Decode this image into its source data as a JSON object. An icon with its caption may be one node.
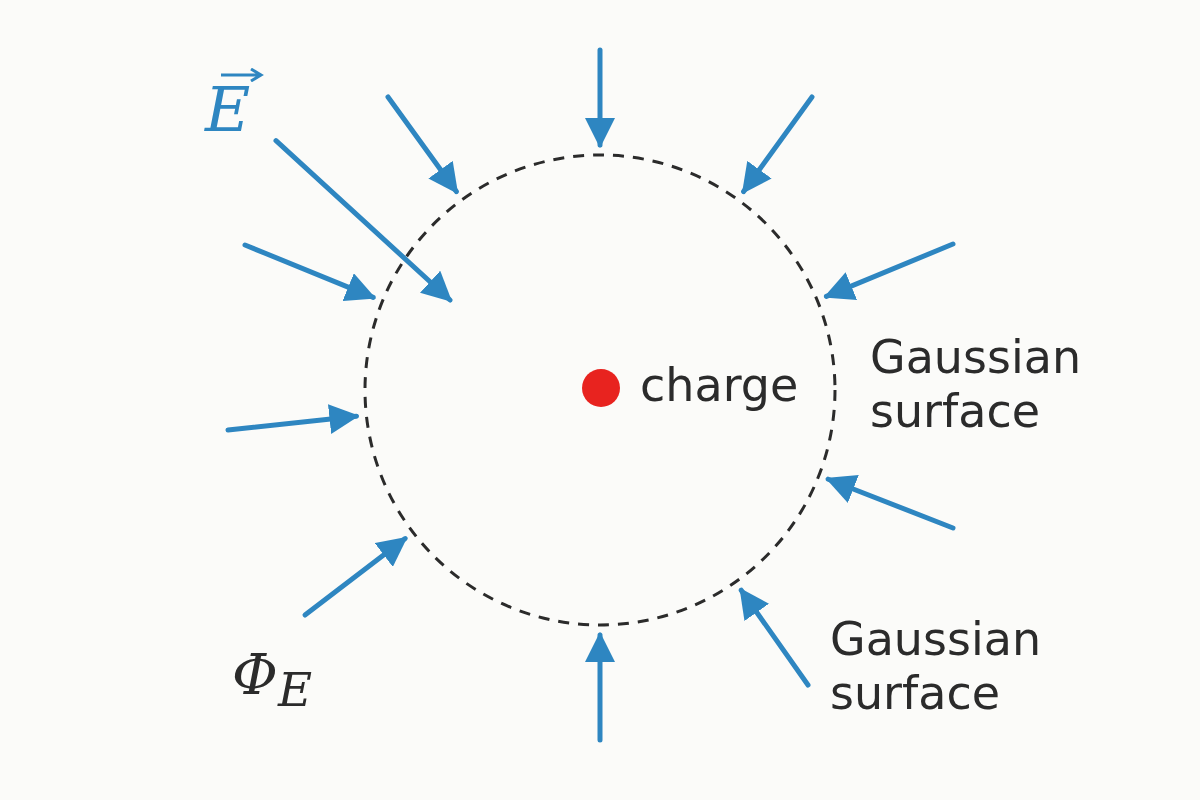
{
  "diagram": {
    "nodes": [
      {
        "text": [],
        "shape": "circle"
      },
      {
        "text": [],
        "shape": "circle",
        "in": 0,
        "beside": [
          "charge"
        ]
      },
      {
        "text": [
          "E"
        ]
      }
    ],
    "edges": [
      {
        "from": null,
        "to": 0,
        "arrow": "to"
      },
      {
        "from": null,
        "to": 0,
        "arrow": "to"
      },
      {
        "from": null,
        "to": 0,
        "arrow": "to"
      },
      {
        "from": null,
        "to": 0,
        "arrow": "to"
      },
      {
        "from": null,
        "to": 0,
        "arrow": "to"
      },
      {
        "from": null,
        "to": 0,
        "arrow": "to"
      },
      {
        "from": null,
        "to": 0,
        "arrow": "to"
      },
      {
        "from": null,
        "to": 0,
        "arrow": "to"
      },
      {
        "from": null,
        "to": 0,
        "arrow": "to"
      },
      {
        "from": null,
        "to": 0,
        "arrow": "to"
      },
      {
        "from": 2,
        "to": null,
        "arrow": "to"
      }
    ],
    "labels": [
      "Gaussian surface",
      "Φ$_{E}$",
      "Gaussian surface"
    ]
  }
}
